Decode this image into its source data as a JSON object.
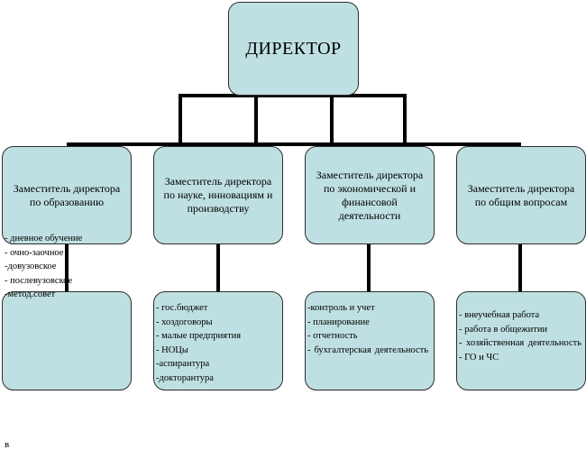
{
  "director": {
    "label": "ДИРЕКТОР"
  },
  "deputies": [
    {
      "label": "Заместитель директора по образованию"
    },
    {
      "label": "Заместитель директора по науке, инновациям и производству"
    },
    {
      "label": "Заместитель директора по экономической и финансовой деятельности"
    },
    {
      "label": "Заместитель директора по общим вопросам"
    }
  ],
  "units": [
    {
      "items": [
        "- дневное обучение",
        "- очно-заочное",
        "-довузовское",
        "- послевузовское",
        "-метод.совет"
      ]
    },
    {
      "items": [
        "- гос.бюджет",
        "- хоздоговоры",
        "- малые предприятия",
        "- НОЦы",
        "-аспирантура",
        "-докторантура"
      ]
    },
    {
      "items": [
        "-контроль и учет",
        "- планирование",
        "- отчетность",
        "- бухгалтерская деятельность"
      ]
    },
    {
      "items": [
        "- внеучебная работа",
        "- работа в общежитии",
        "- хозяйственная деятельность",
        "- ГО и ЧС"
      ]
    }
  ],
  "footer": {
    "char": "в"
  },
  "colors": {
    "box_fill": "#bfe0e2",
    "box_border": "#2d2d2d",
    "connector": "#000000"
  }
}
